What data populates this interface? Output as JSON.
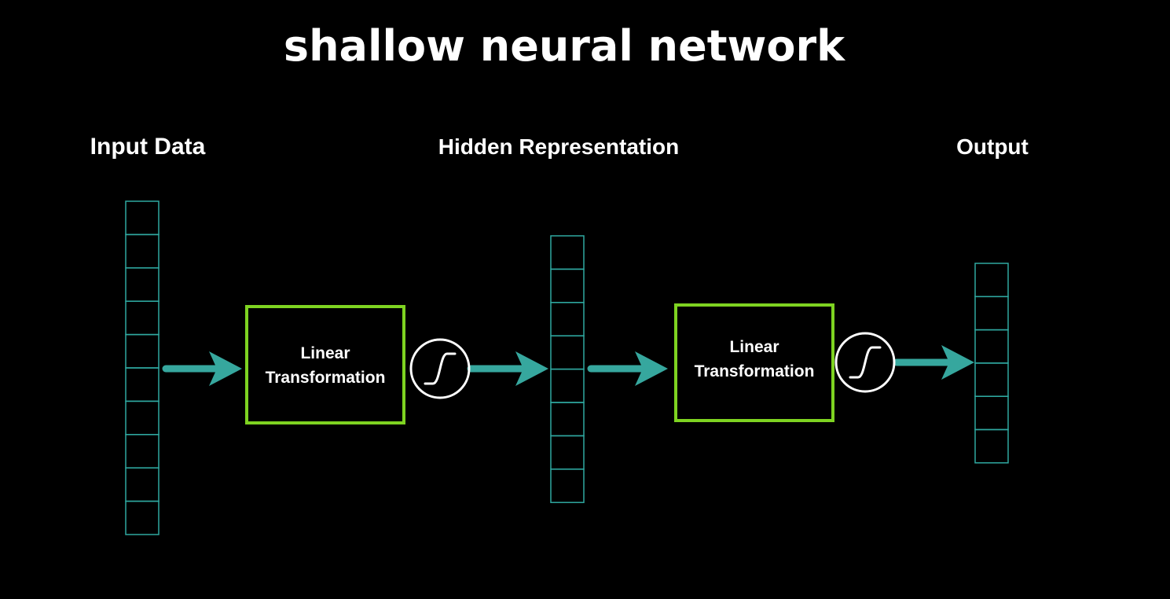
{
  "title": "shallow neural network",
  "labels": {
    "input": "Input Data",
    "hidden": "Hidden Representation",
    "output": "Output"
  },
  "layers": {
    "input_cells": 10,
    "hidden_cells": 8,
    "output_cells": 6
  },
  "transform1": {
    "line1": "Linear",
    "line2": "Transformation"
  },
  "transform2": {
    "line1": "Linear",
    "line2": "Transformation"
  },
  "activation_icon": "sigmoid-icon",
  "colors": {
    "background": "#000000",
    "text": "#ffffff",
    "vector_cell": "#2fa8a0",
    "transform_border": "#7ed321",
    "arrow": "#36a79e",
    "activation_circle": "#ffffff"
  }
}
